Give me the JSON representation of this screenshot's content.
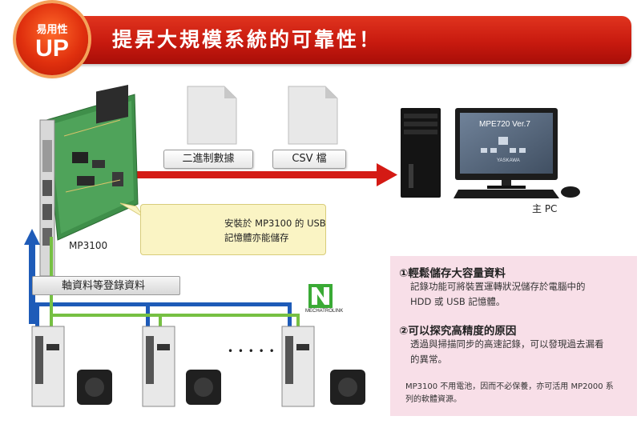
{
  "header": {
    "badge_sub": "易用性",
    "badge_main": "UP",
    "title": "提昇大規模系統的可靠性！"
  },
  "labels": {
    "binary_data": "二進制數據",
    "csv_file": "CSV 檔",
    "board": "MP3100",
    "pc": "主 PC",
    "axis_data": "軸資料等登錄資料",
    "mechatrolink": "MECHATROLINK",
    "dots": "• • • • •",
    "monitor_title": "MPE720 Ver.7",
    "monitor_brand": "YASKAWA"
  },
  "usb_note": {
    "line1": "安裝於 MP3100 的 USB",
    "line2": "記憶體亦能儲存"
  },
  "info": {
    "h1": "①輕鬆儲存大容量資料",
    "t1a": "記錄功能可將裝置運轉狀況儲存於電腦中的",
    "t1b": "HDD 或 USB 記憶體。",
    "h2": "②可以探究高精度的原因",
    "t2a": "透過與掃描同步的高速記錄，可以發現過去漏看",
    "t2b": "的異常。",
    "n1": "MP3100 不用電池，因而不必保養，亦可活用 MP2000 系",
    "n2": "列的軟體資源。"
  },
  "colors": {
    "banner": "#c81a0f",
    "arrow_red": "#d41a14",
    "bus_blue": "#1e5bb8",
    "link_green": "#76c043",
    "note_bg": "#faf4c4",
    "panel_bg": "#f8dfe8"
  }
}
